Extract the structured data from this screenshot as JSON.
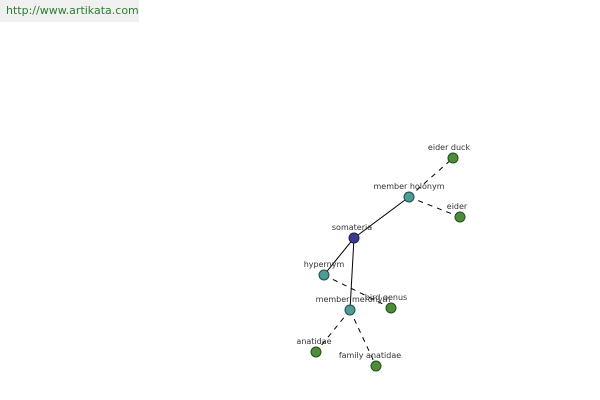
{
  "watermark": {
    "text": "http://www.artikata.com"
  },
  "graph": {
    "center": {
      "label": "somateria"
    },
    "relations": {
      "member_holonym": {
        "label": "member holonym"
      },
      "hypernym": {
        "label": "hypernym"
      },
      "member_meronym": {
        "label": "member meronym"
      }
    },
    "leaves": {
      "eider_duck": {
        "label": "eider duck"
      },
      "eider": {
        "label": "eider"
      },
      "bird_genus": {
        "label": "bird genus"
      },
      "anatidae": {
        "label": "anatidae"
      },
      "family_anatidae": {
        "label": "family anatidae"
      }
    }
  },
  "colors": {
    "center_node": "#3b3b8f",
    "relation_node": "#4f9b95",
    "leaf_node": "#4e8c3c",
    "watermark_text": "#2e7d32"
  }
}
